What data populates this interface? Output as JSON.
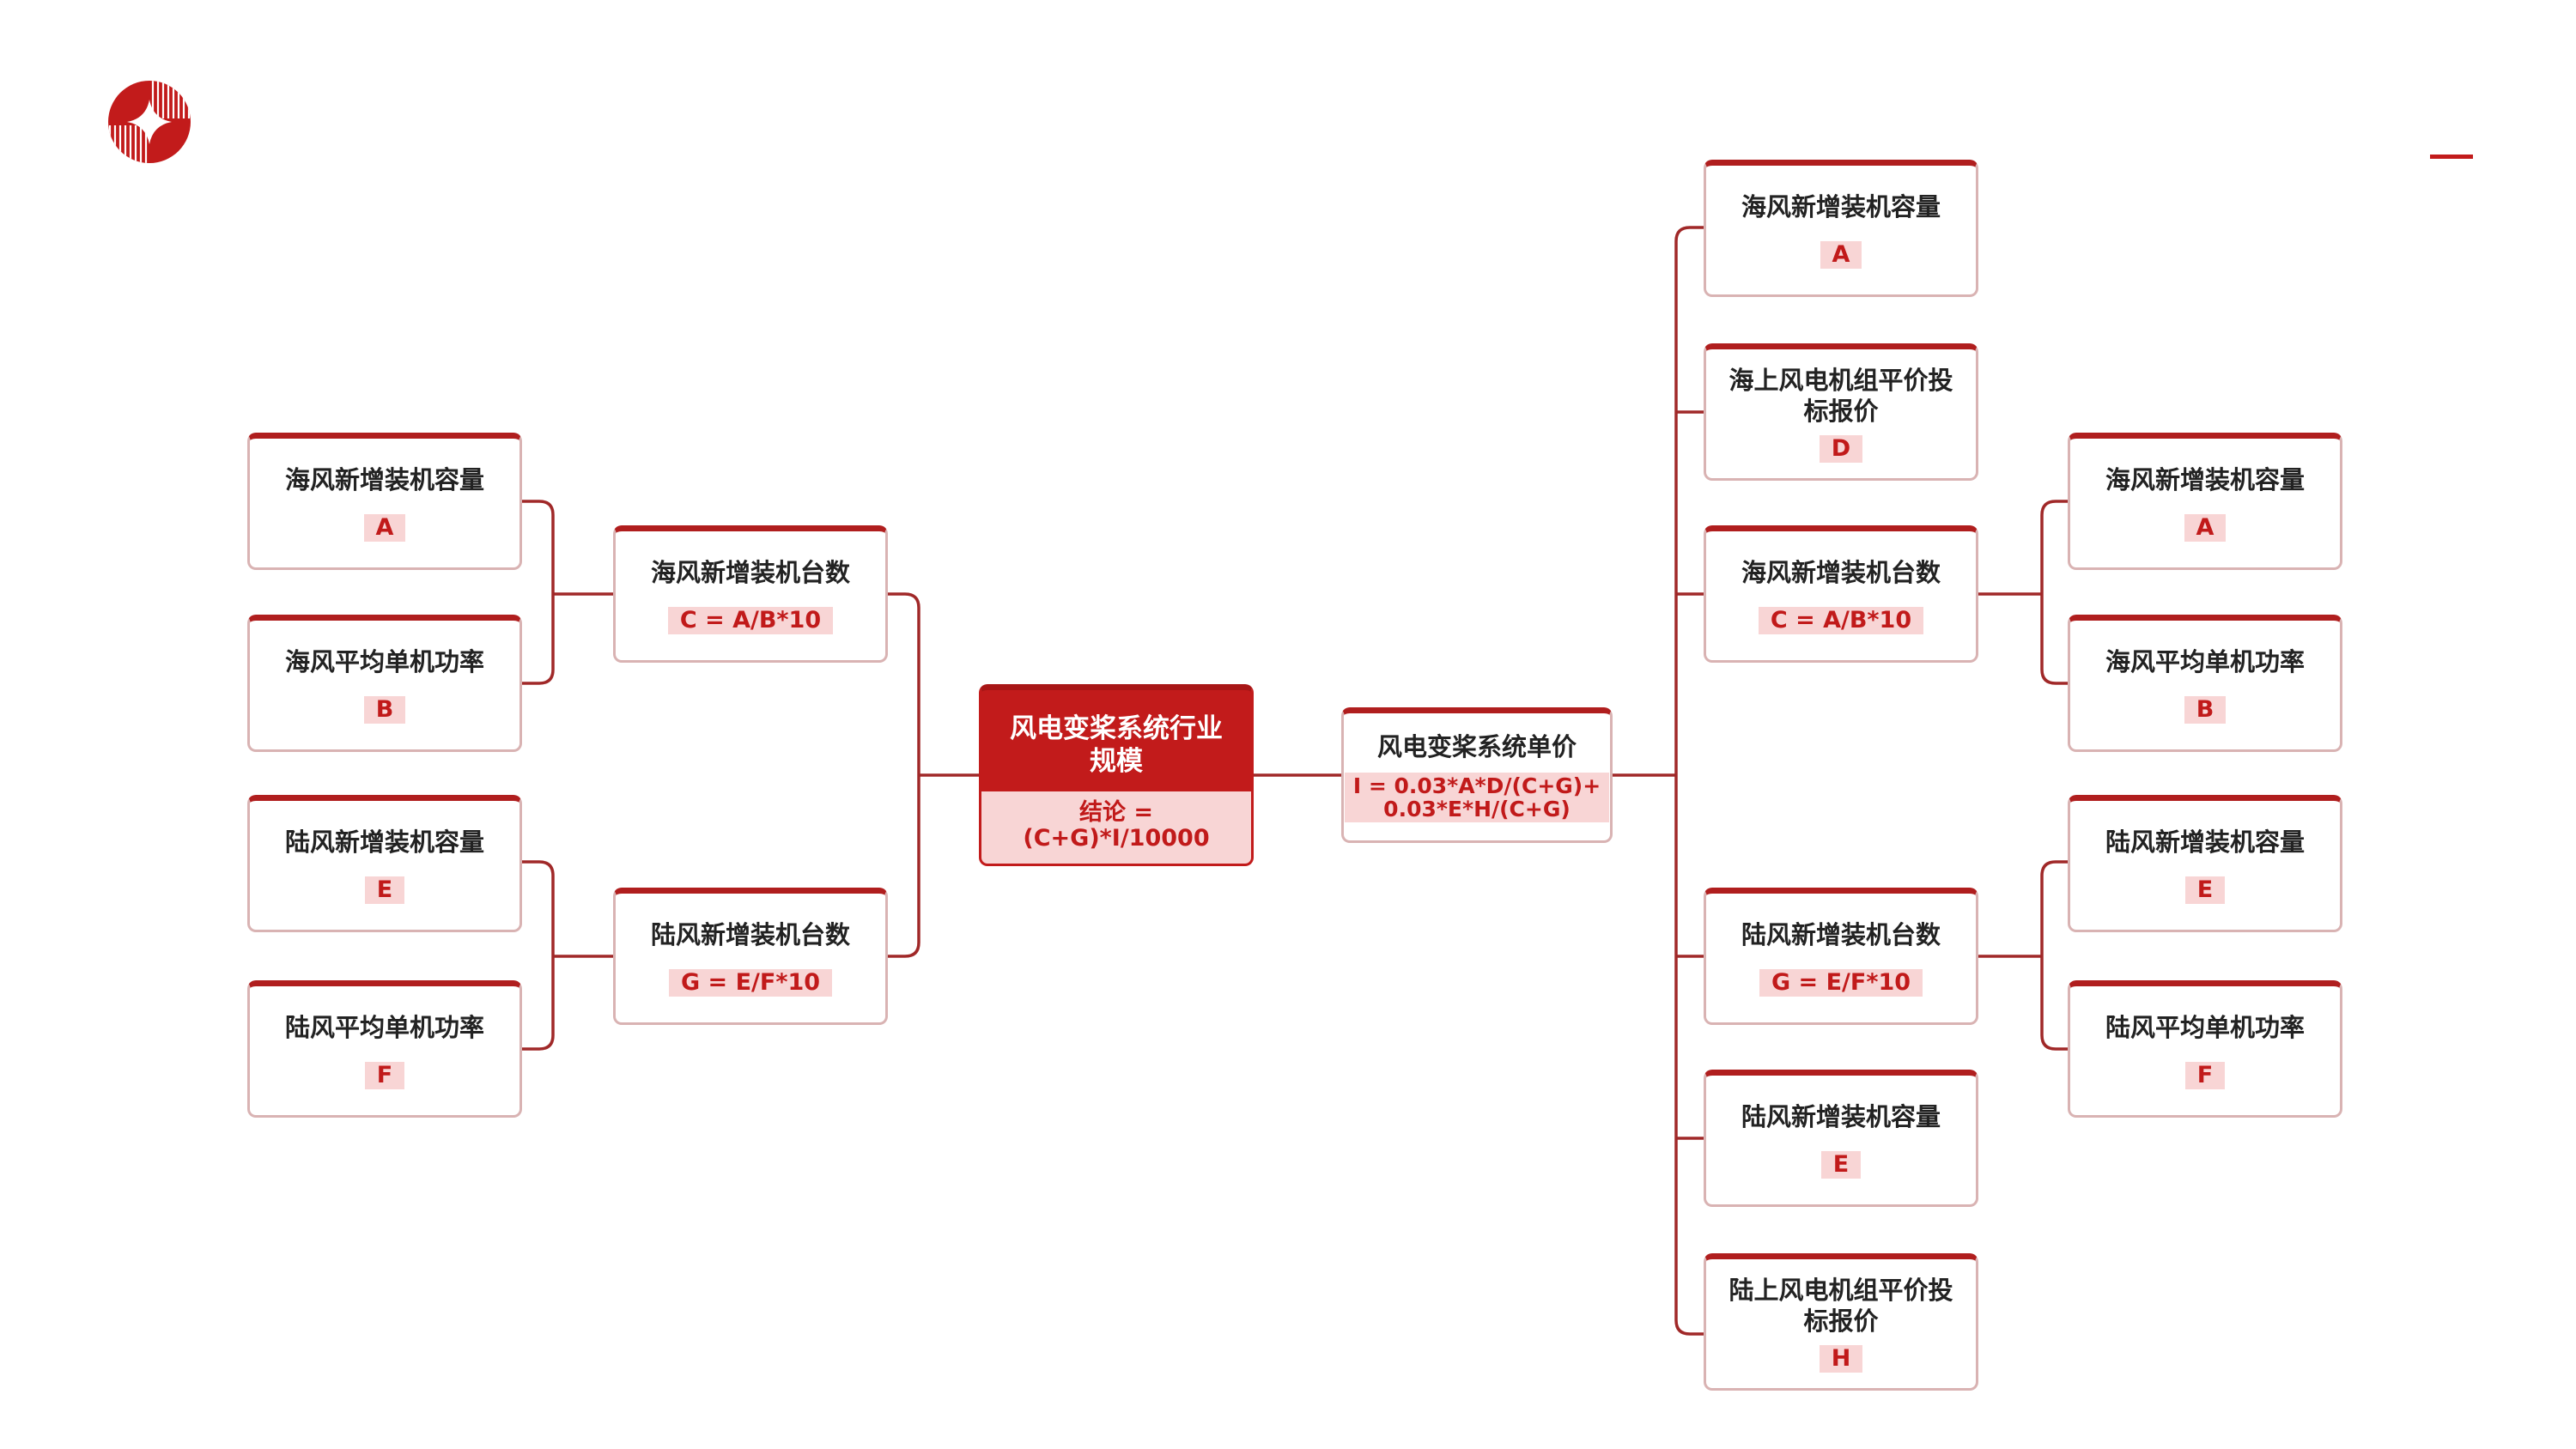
{
  "colors": {
    "brand_red": "#c21b1b",
    "tag_background": "#f8d5d5",
    "tag_text": "#c11a1a",
    "connector": "#a02828",
    "node_border": "#d9b3b3"
  },
  "logo": {
    "icon": "brand-logo-icon"
  },
  "root": {
    "title": "风电变桨系统行业规模",
    "formula": "结论 = (C+G)*I/10000"
  },
  "left": {
    "sea_units": {
      "label": "海风新增装机台数",
      "tag": "C = A/B*10"
    },
    "sea_capacity": {
      "label": "海风新增装机容量",
      "tag": "A"
    },
    "sea_power": {
      "label": "海风平均单机功率",
      "tag": "B"
    },
    "land_units": {
      "label": "陆风新增装机台数",
      "tag": "G = E/F*10"
    },
    "land_capacity": {
      "label": "陆风新增装机容量",
      "tag": "E"
    },
    "land_power": {
      "label": "陆风平均单机功率",
      "tag": "F"
    }
  },
  "right": {
    "unit_price": {
      "label": "风电变桨系统单价",
      "tag": "I = 0.03*A*D/(C+G)+\n0.03*E*H/(C+G)"
    },
    "sea_capacity": {
      "label": "海风新增装机容量",
      "tag": "A"
    },
    "sea_bid": {
      "label": "海上风电机组平价投标报价",
      "tag": "D"
    },
    "sea_units": {
      "label": "海风新增装机台数",
      "tag": "C = A/B*10"
    },
    "sea_units_capacity": {
      "label": "海风新增装机容量",
      "tag": "A"
    },
    "sea_units_power": {
      "label": "海风平均单机功率",
      "tag": "B"
    },
    "land_units": {
      "label": "陆风新增装机台数",
      "tag": "G = E/F*10"
    },
    "land_units_capacity": {
      "label": "陆风新增装机容量",
      "tag": "E"
    },
    "land_units_power": {
      "label": "陆风平均单机功率",
      "tag": "F"
    },
    "land_capacity": {
      "label": "陆风新增装机容量",
      "tag": "E"
    },
    "land_bid": {
      "label": "陆上风电机组平价投标报价",
      "tag": "H"
    }
  }
}
